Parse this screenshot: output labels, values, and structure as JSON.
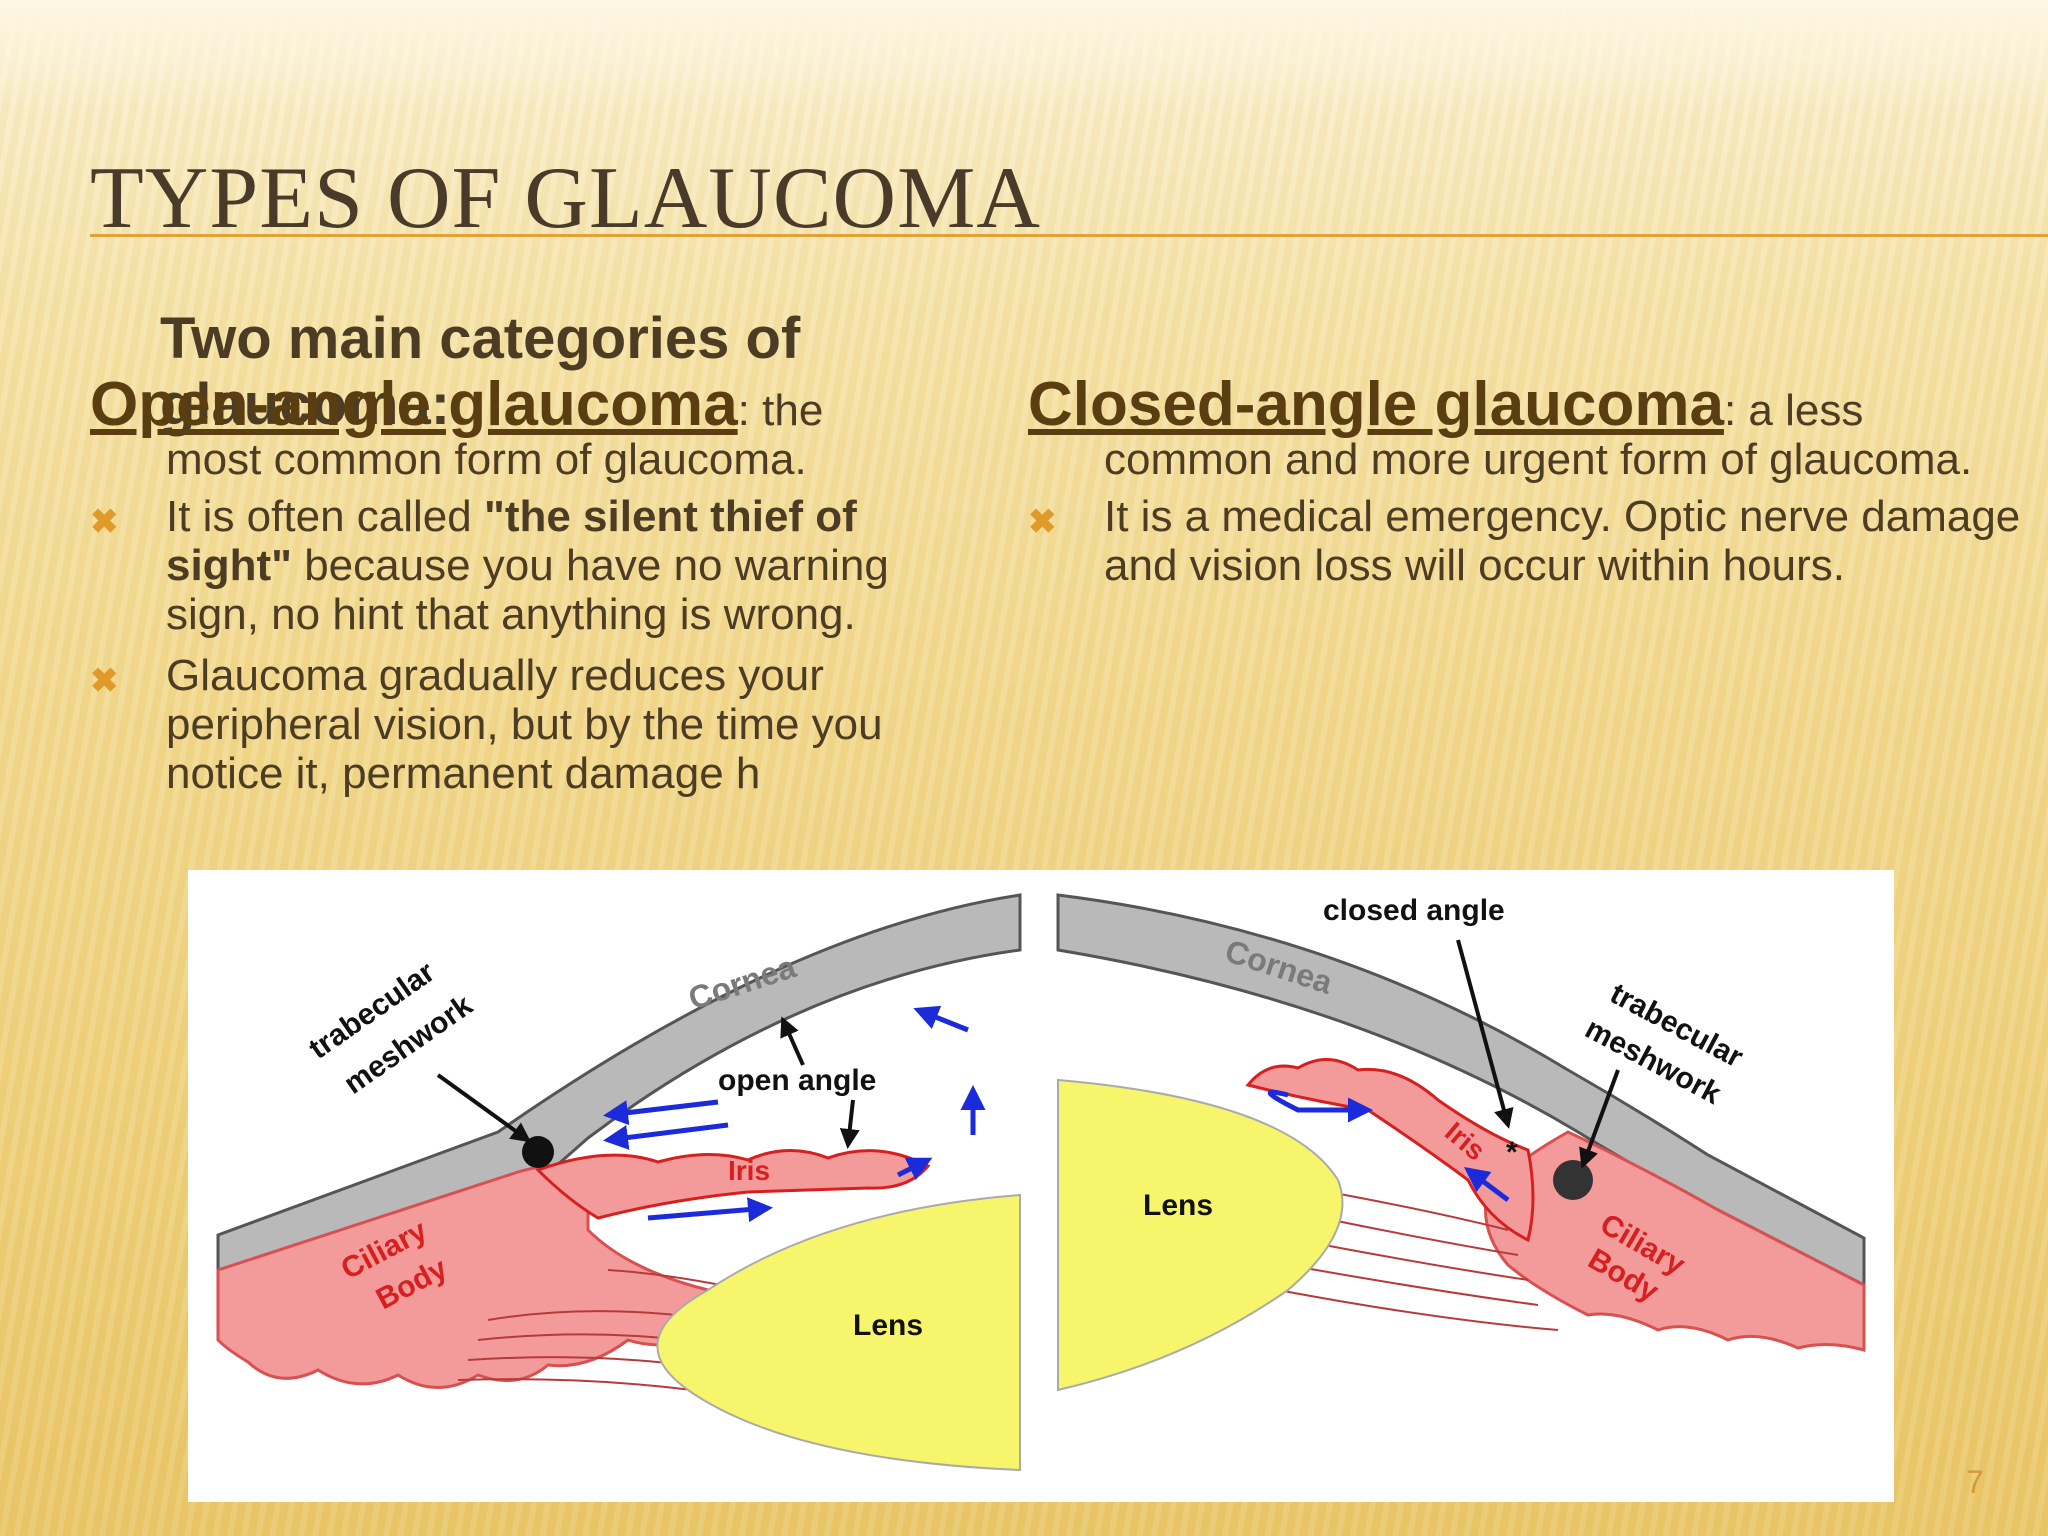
{
  "slide": {
    "title": "TYPES OF GLAUCOMA",
    "intro_line1": "Two main categories of",
    "intro_line2": "glaucoma:",
    "page_number": "7"
  },
  "open_angle": {
    "heading": "Open-angle glaucoma",
    "heading_rest": ": the",
    "lead": "most common form of glaucoma.",
    "bullet1_before": "It is often called ",
    "bullet1_bold": "\"the silent thief of sight\"",
    "bullet1_after": " because you have no warning sign, no hint that anything is wrong.",
    "bullet2": "Glaucoma gradually reduces your peripheral vision, but by the time you notice it, permanent damage h"
  },
  "closed_angle": {
    "heading": "Closed-angle glaucoma",
    "heading_rest": ": a less",
    "lead": "common and more urgent form of glaucoma.",
    "bullet1": "It is a medical emergency. Optic nerve damage and vision loss will occur within hours."
  },
  "diagram": {
    "left": {
      "trabecular": "trabecular",
      "meshwork": "meshwork",
      "cornea": "Cornea",
      "open_angle": "open angle",
      "iris": "Iris",
      "ciliary": "Ciliary",
      "body": "Body",
      "lens": "Lens"
    },
    "right": {
      "closed_angle": "closed angle",
      "cornea": "Cornea",
      "trabecular": "trabecular",
      "meshwork": "meshwork",
      "iris": "Iris",
      "star": "*",
      "lens": "Lens",
      "ciliary": "Ciliary",
      "body": "Body"
    }
  },
  "colors": {
    "cornea_gray": "#b9b9b9",
    "iris_red": "#f39b9b",
    "label_red": "#d81f1f",
    "lens_yellow": "#f6f56c",
    "arrow_blue": "#1c2bd9",
    "bullet_orange": "#e09a2a",
    "rule_orange": "#e0a23a"
  }
}
